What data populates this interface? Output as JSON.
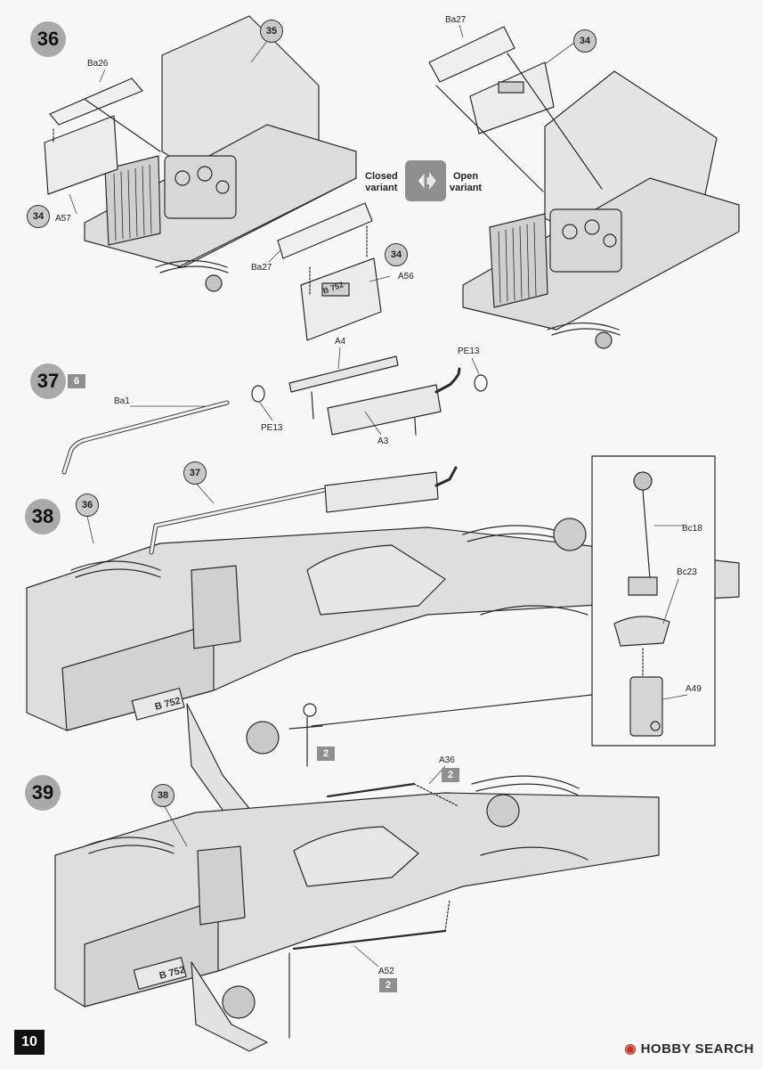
{
  "page": {
    "number": "10"
  },
  "watermark": {
    "brand": "HOBBY",
    "suffix": "SEARCH",
    "icon": "hobby-search-logo"
  },
  "steps": {
    "s36": {
      "number": "36"
    },
    "s37": {
      "number": "37",
      "sub": "6"
    },
    "s38": {
      "number": "38"
    },
    "s39": {
      "number": "39"
    }
  },
  "variants": {
    "closed": "Closed\nvariant",
    "open": "Open\nvariant"
  },
  "refs": {
    "r35": "35",
    "r34a": "34",
    "r34b": "34",
    "r34c": "34",
    "r37": "37",
    "r36": "36",
    "r38": "38"
  },
  "subs": {
    "a": "2",
    "b": "2",
    "c": "2"
  },
  "labels": {
    "ba26": "Ba26",
    "a57": "A57",
    "ba27a": "Ba27",
    "a56": "A56",
    "ba27b": "Ba27",
    "a4": "A4",
    "pe13a": "PE13",
    "ba1": "Ba1",
    "pe13b": "PE13",
    "a3": "A3",
    "bc18": "Bc18",
    "bc23": "Bc23",
    "a49": "A49",
    "a36": "A36",
    "a52": "A52"
  },
  "plate_text": "B 752"
}
